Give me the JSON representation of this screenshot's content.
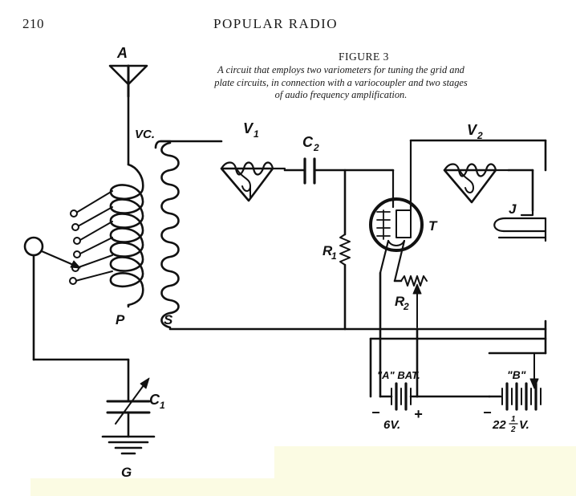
{
  "header": {
    "page_number": "210",
    "magazine": "POPULAR RADIO"
  },
  "figure": {
    "title": "FIGURE 3",
    "caption_lines": [
      "A circuit that employs two variometers for tuning the grid and",
      "plate circuits, in connection with a variocoupler and two stages",
      "of audio frequency amplification."
    ]
  },
  "labels": {
    "antenna": "A",
    "variocoupler": "VC.",
    "primary": "P",
    "secondary": "S",
    "variometer1": "V",
    "variometer1_sub": "1",
    "variometer2": "V",
    "variometer2_sub": "2",
    "grid_condenser": "C",
    "grid_condenser_sub": "2",
    "grid_leak": "R",
    "grid_leak_sub": "1",
    "tube": "T",
    "rheostat": "R",
    "rheostat_sub": "2",
    "jack": "J",
    "a_battery": "\"A\" BAT.",
    "a_battery_voltage": "6V.",
    "a_minus": "−",
    "a_plus": "+",
    "b_battery": "\"B\"",
    "b_battery_voltage_whole": "22",
    "b_battery_voltage_num": "1",
    "b_battery_voltage_den": "2",
    "b_battery_voltage_unit": "V.",
    "b_minus": "−",
    "variable_condenser": "C",
    "variable_condenser_sub": "1",
    "ground": "G"
  },
  "colors": {
    "ink": "#111111",
    "paper": "#ffffff",
    "tint": "#fbfbe3"
  }
}
